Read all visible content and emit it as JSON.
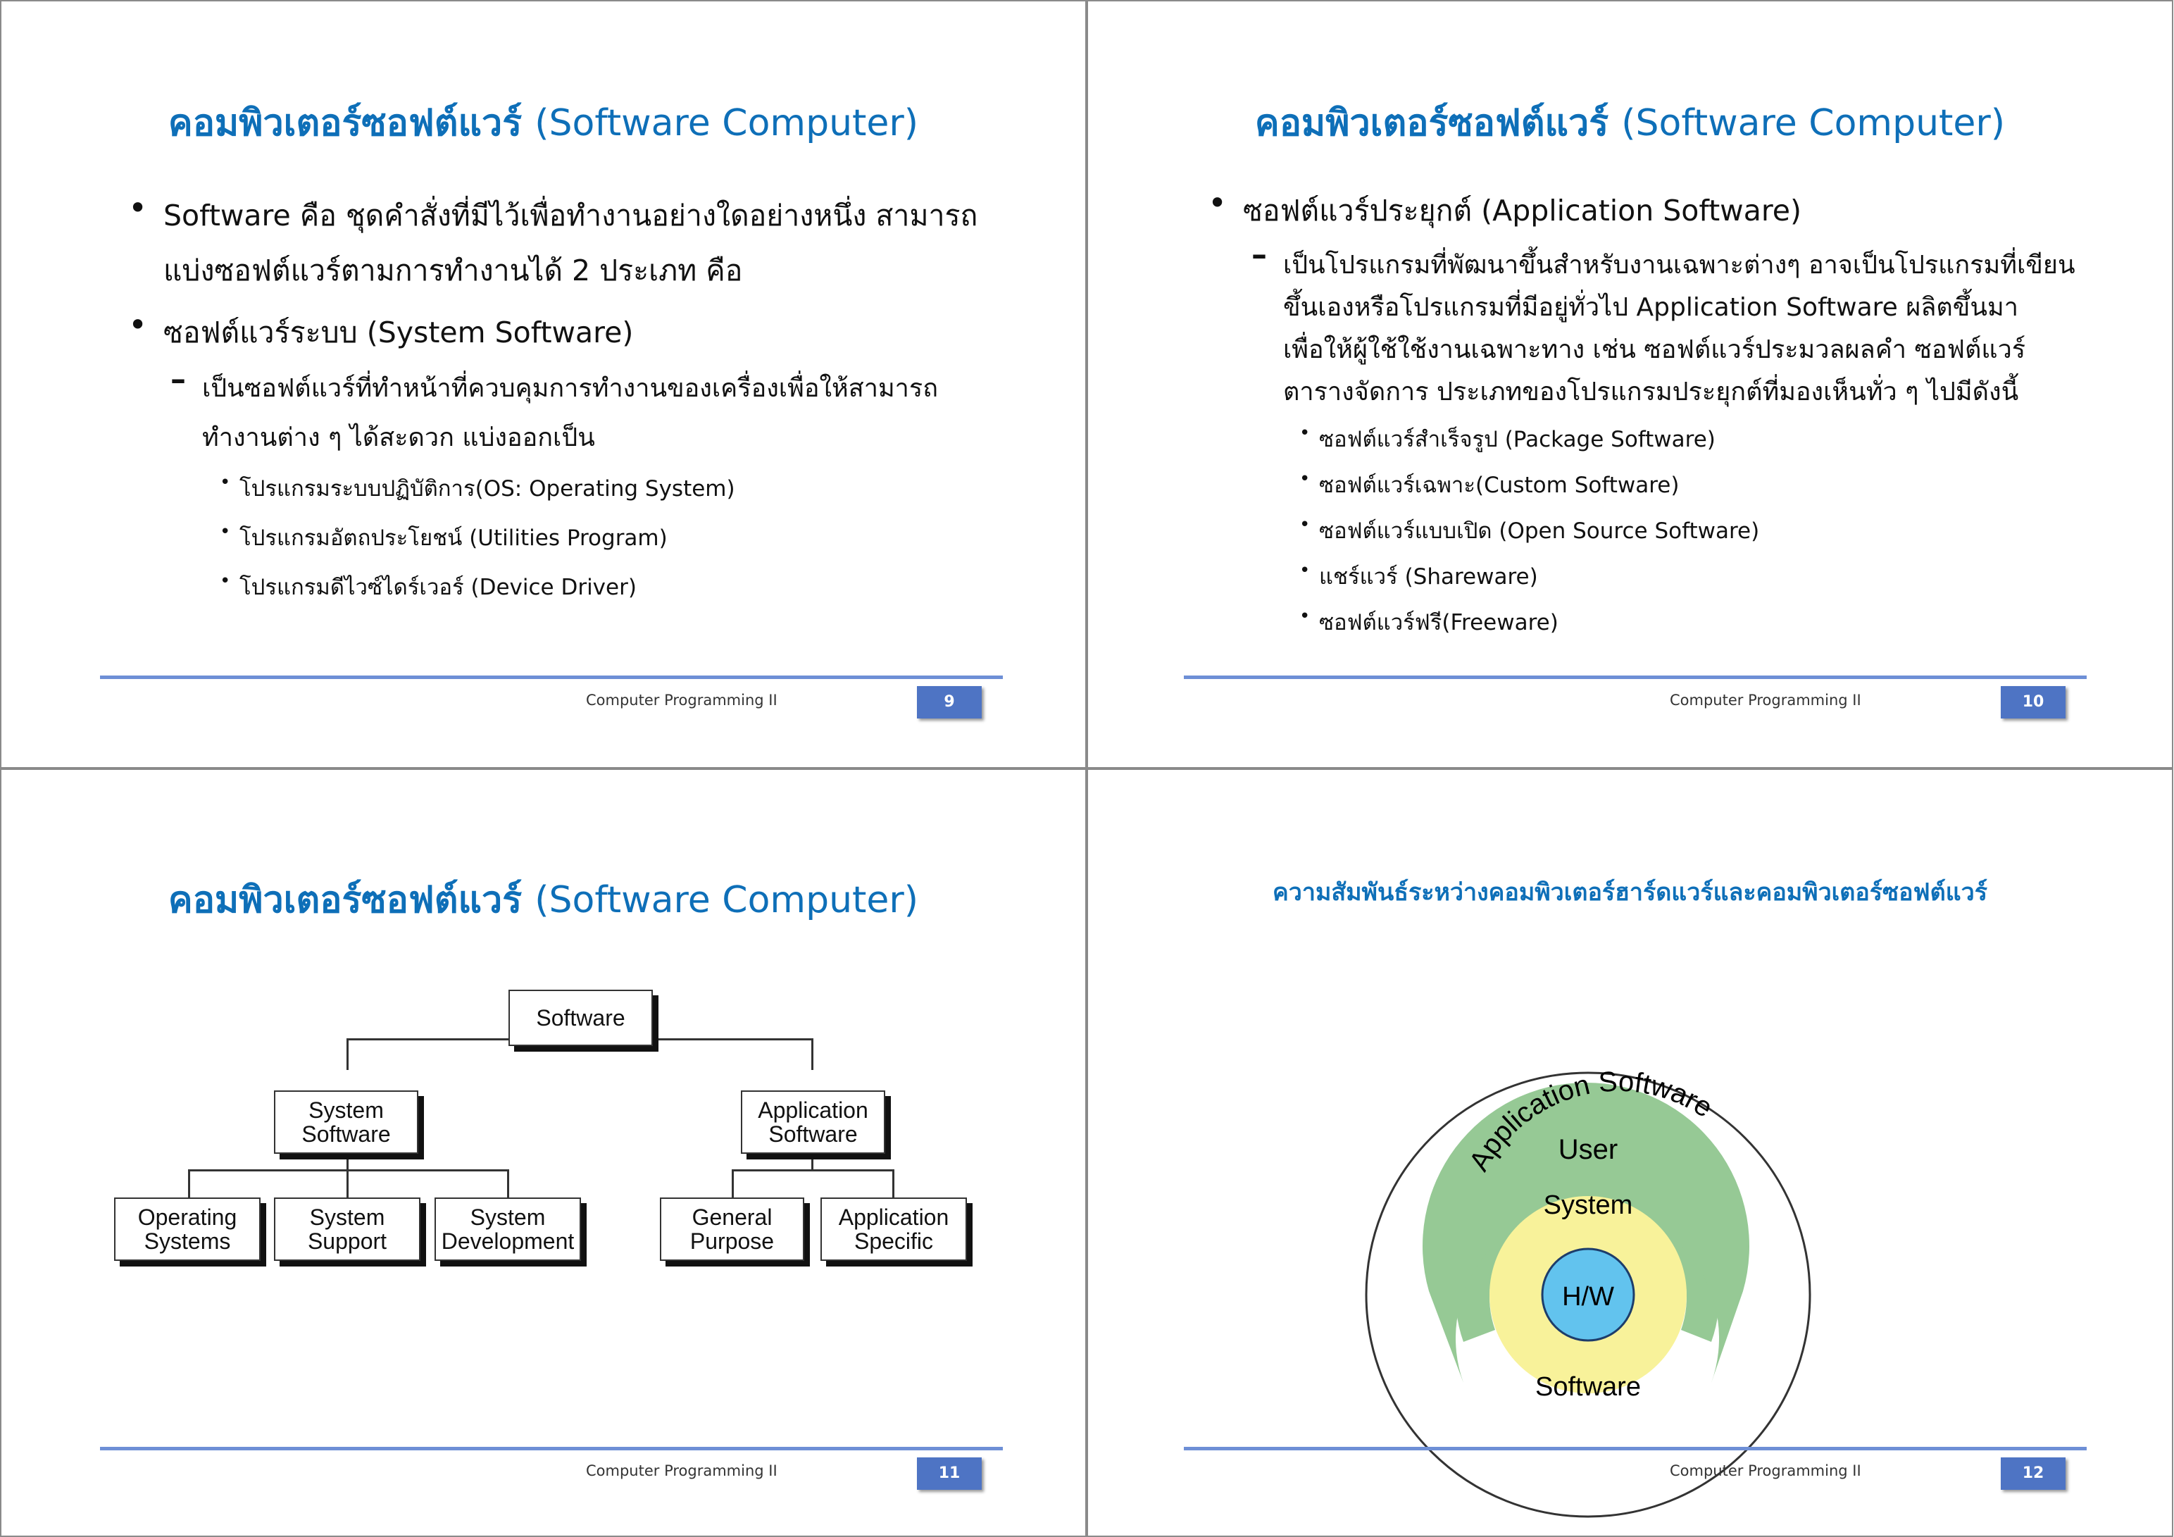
{
  "footer_text": "Computer Programming II",
  "slide9": {
    "title_thai": "คอมพิวเตอร์ซอฟต์แวร์",
    "title_latin": "(Software Computer)",
    "b1_line1": "Software คือ ชุดคำสั่งที่มีไว้เพื่อทำงานอย่างใดอย่างหนึ่ง สามารถ",
    "b1_line2": "แบ่งซอฟต์แวร์ตามการทำงานได้ 2 ประเภท คือ",
    "b2": "ซอฟต์แวร์ระบบ (System Software)",
    "sub_line1": "เป็นซอฟต์แวร์ที่ทำหน้าที่ควบคุมการทำงานของเครื่องเพื่อให้สามารถ",
    "sub_line2": "ทำงานต่าง ๆ ได้สะดวก แบ่งออกเป็น",
    "items": [
      "โปรแกรมระบบปฏิบัติการ(OS: Operating System)",
      "โปรแกรมอัตถประโยชน์ (Utilities Program)",
      "โปรแกรมดีไวซ์ไดร์เวอร์ (Device Driver)"
    ],
    "page": "9"
  },
  "slide10": {
    "title_thai": "คอมพิวเตอร์ซอฟต์แวร์",
    "title_latin": "(Software Computer)",
    "b1": "ซอฟต์แวร์ประยุกต์ (Application Software)",
    "sub_line1": "เป็นโปรแกรมที่พัฒนาขึ้นสำหรับงานเฉพาะต่างๆ อาจเป็นโปรแกรมที่เขียน",
    "sub_line2": "ขึ้นเองหรือโปรแกรมที่มีอยู่ทั่วไป Application Software ผลิตขึ้นมา",
    "sub_line3": "เพื่อให้ผู้ใช้ใช้งานเฉพาะทาง เช่น ซอฟต์แวร์ประมวลผลคำ ซอฟต์แวร์",
    "sub_line4": "ตารางจัดการ ประเภทของโปรแกรมประยุกต์ที่มองเห็นทั่ว ๆ ไปมีดังนี้",
    "items": [
      "ซอฟต์แวร์สำเร็จรูป (Package Software)",
      "ซอฟต์แวร์เฉพาะ(Custom Software)",
      "ซอฟต์แวร์แบบเปิด (Open Source Software)",
      "แชร์แวร์ (Shareware)",
      "ซอฟต์แวร์ฟรี(Freeware)"
    ],
    "page": "10"
  },
  "slide11": {
    "title_thai": "คอมพิวเตอร์ซอฟต์แวร์",
    "title_latin": "(Software Computer)",
    "tree": {
      "root": "Software",
      "system_l1": "System",
      "system_l2": "Software",
      "app_l1": "Application",
      "app_l2": "Software",
      "os_l1": "Operating",
      "os_l2": "Systems",
      "ss_l1": "System",
      "ss_l2": "Support",
      "sd_l1": "System",
      "sd_l2": "Development",
      "gp_l1": "General",
      "gp_l2": "Purpose",
      "as_l1": "Application",
      "as_l2": "Specific"
    },
    "page": "11"
  },
  "slide12": {
    "title": "ความสัมพันธ์ระหว่างคอมพิวเตอร์ฮาร์ดแวร์และคอมพิวเตอร์ซอฟต์แวร์",
    "diagram": {
      "user": "User",
      "application_software": "Application Software",
      "system": "System",
      "hw": "H/W",
      "software": "Software",
      "colors": {
        "application": "#96c995",
        "system": "#f8f29a",
        "hw": "#62c3ee"
      }
    },
    "page": "12"
  }
}
